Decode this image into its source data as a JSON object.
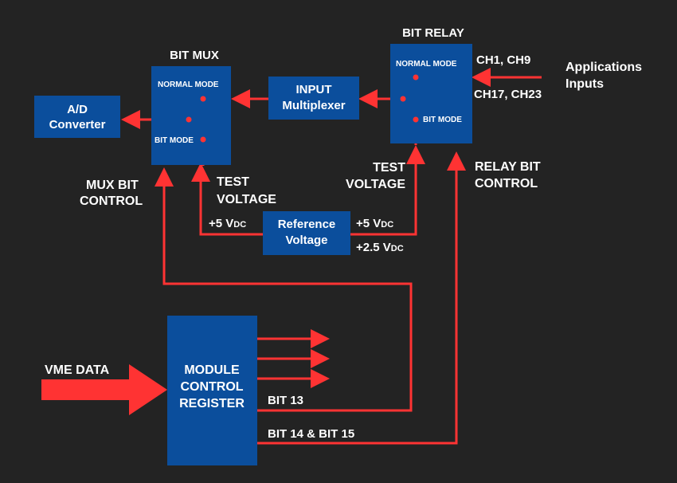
{
  "diagram": {
    "colors": {
      "background": "#232323",
      "block": "#0b4e9c",
      "line": "#ff3333",
      "text": "#ffffff"
    },
    "blocks": {
      "ad_converter": {
        "line1": "A/D",
        "line2": "Converter"
      },
      "bit_mux": {
        "title": "BIT MUX",
        "normal_mode": "NORMAL MODE",
        "bit_mode": "BIT MODE"
      },
      "input_mux": {
        "line1": "INPUT",
        "line2": "Multiplexer"
      },
      "bit_relay": {
        "title": "BIT RELAY",
        "normal_mode": "NORMAL MODE",
        "bit_mode": "BIT MODE"
      },
      "reference_voltage": {
        "line1": "Reference",
        "line2": "Voltage"
      },
      "module_control_register": {
        "line1": "MODULE",
        "line2": "CONTROL",
        "line3": "REGISTER"
      }
    },
    "labels": {
      "channels_top": "CH1, CH9",
      "channels_bottom": "CH17, CH23",
      "applications_line1": "Applications",
      "applications_line2": "Inputs",
      "mux_bit_line1": "MUX BIT",
      "mux_bit_line2": "CONTROL",
      "test_voltage_mux_line1": "TEST",
      "test_voltage_mux_line2": "VOLTAGE",
      "test_voltage_relay_line1": "TEST",
      "test_voltage_relay_line2": "VOLTAGE",
      "relay_bit_line1": "RELAY BIT",
      "relay_bit_line2": "CONTROL",
      "vdc_left_value": "+5 V",
      "vdc_left_unit": "DC",
      "vdc_right_value": "+5 V",
      "vdc_right_unit": "DC",
      "vdc_low_value": "+2.5 V",
      "vdc_low_unit": "DC",
      "vme_data": "VME DATA",
      "bit_13": "BIT 13",
      "bit_14_15": "BIT 14 & BIT 15"
    }
  }
}
